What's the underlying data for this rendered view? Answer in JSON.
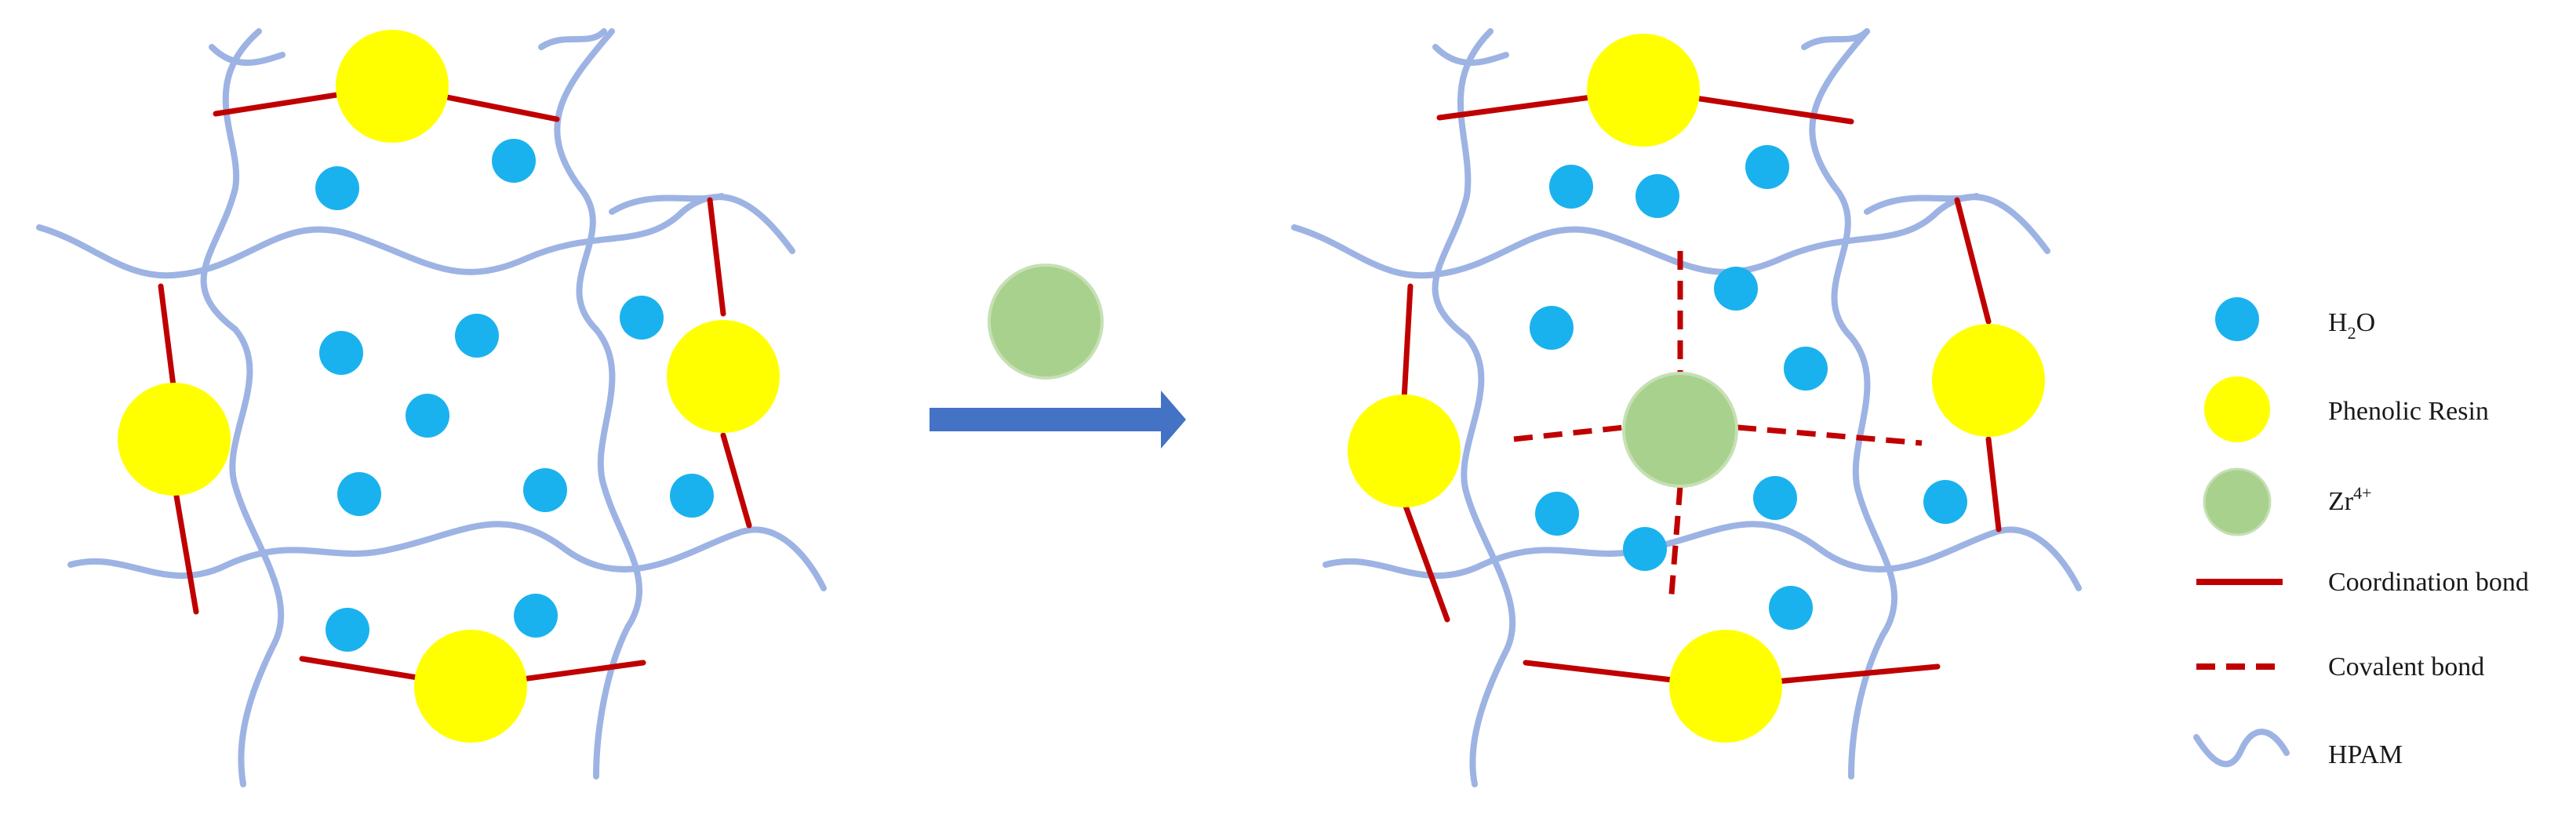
{
  "colors": {
    "water": "#1ab2ee",
    "resin": "#ffff00",
    "zr": "#a9d18e",
    "coordination_bond": "#c00000",
    "covalent_bond": "#c00000",
    "hpam": "#9db3e3",
    "arrow": "#4472c4"
  },
  "legend": {
    "water": {
      "label_main": "H",
      "label_sub": "2",
      "label_tail": "O"
    },
    "resin": {
      "label": "Phenolic Resin"
    },
    "zr": {
      "label_main": "Zr",
      "label_sup": "4+"
    },
    "coordination": {
      "label": "Coordination bond"
    },
    "covalent": {
      "label": "Covalent bond"
    },
    "hpam": {
      "label": "HPAM"
    }
  }
}
